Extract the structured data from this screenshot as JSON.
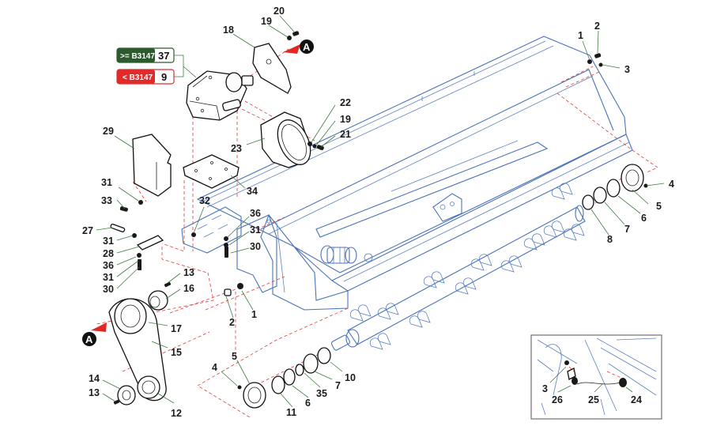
{
  "diagram": {
    "type": "exploded parts diagram",
    "colors": {
      "frame_lines": "#4a72b8",
      "parts_lines": "#111111",
      "assembly_dash": "#e23a3a",
      "leader_lines": "#3f7a3f",
      "badge_new": "#2d5a2d",
      "badge_old": "#e12b2b"
    },
    "version_badges": [
      {
        "condition": ">= B3147",
        "part": "37"
      },
      {
        "condition": "< B3147",
        "part": "9"
      }
    ],
    "connection_marker": "A",
    "callouts": {
      "c20": "20",
      "c19a": "19",
      "c18": "18",
      "c22": "22",
      "c19b": "19",
      "c21": "21",
      "c23": "23",
      "c1a": "1",
      "c2a": "2",
      "c3a": "3",
      "c4a": "4",
      "c5a": "5",
      "c6a": "6",
      "c7a": "7",
      "c8": "8",
      "c29": "29",
      "c31a": "31",
      "c33": "33",
      "c34": "34",
      "c32": "32",
      "c36a": "36",
      "c31b": "31",
      "c30a": "30",
      "c27": "27",
      "c31c": "31",
      "c28": "28",
      "c36b": "36",
      "c31d": "31",
      "c30b": "30",
      "c13a": "13",
      "c16": "16",
      "c17": "17",
      "c15": "15",
      "c2b": "2",
      "c1b": "1",
      "c14": "14",
      "c13b": "13",
      "c12": "12",
      "c4b": "4",
      "c5b": "5",
      "c11": "11",
      "c6b": "6",
      "c35": "35",
      "c7b": "7",
      "c10": "10",
      "c3b": "3",
      "c26": "26",
      "c25": "25",
      "c24": "24"
    }
  }
}
